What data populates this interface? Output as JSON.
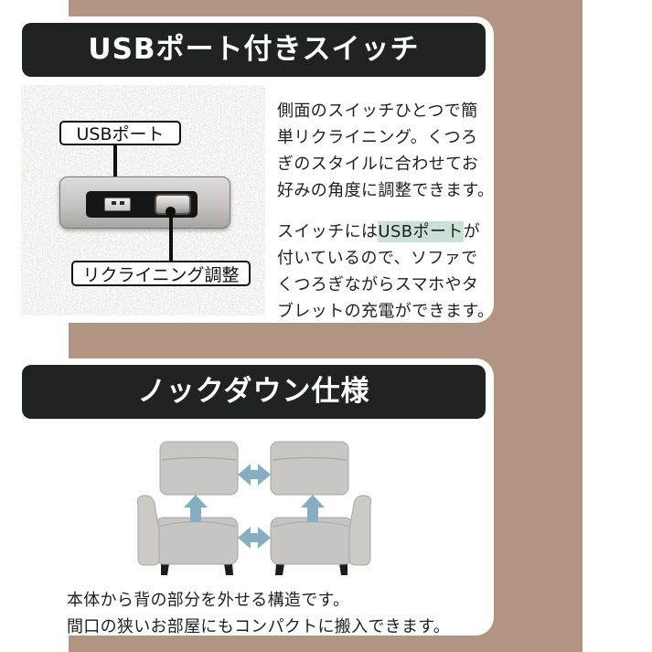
{
  "colors": {
    "page_background": "#ffffff",
    "band": "#b19481",
    "banner_background": "#1f2422",
    "banner_text": "#ffffff",
    "usb_highlight": "#cde0d6",
    "arrow": "#85aec0"
  },
  "usb_section": {
    "title": "USBポート付きスイッチ",
    "photo": {
      "usb_label": "USBポート",
      "recline_label": "リクライニング調整"
    },
    "paragraph1": "側面のスイッチひとつで簡\n単リクライニング。くつろ\nぎのスタイルに合わせてお\n好みの角度に調整できます。",
    "paragraph2": {
      "pre": "スイッチには",
      "highlight": "USBポート",
      "post": "が\n付いているので、ソファで\nくつろぎながらスマホやタ\nブレットの充電ができます。"
    }
  },
  "knockdown_section": {
    "title": "ノックダウン仕様",
    "caption_line1": "本体から背の部分を外せる構造です。",
    "caption_line2": "間口の狭いお部屋にもコンパクトに搬入できます。"
  }
}
